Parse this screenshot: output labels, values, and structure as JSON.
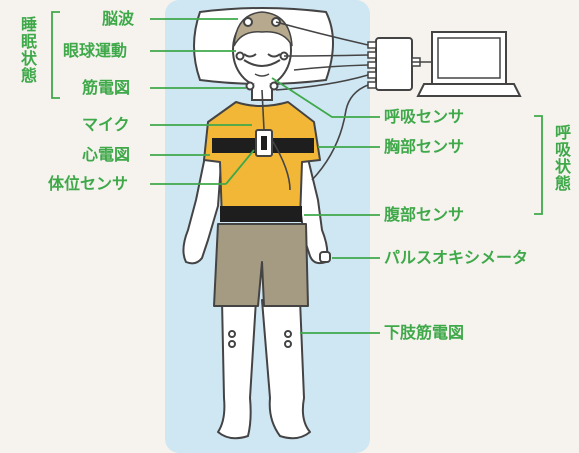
{
  "colors": {
    "label_green": "#3fa94a",
    "bed_blue": "#cfe6f3",
    "shirt_yellow": "#f3b737",
    "shorts_khaki": "#a59a82",
    "belt_black": "#1e1e1e"
  },
  "labels": {
    "brain_waves": "脳波",
    "eye_movement": "眼球運動",
    "jaw_emg": "筋電図",
    "microphone": "マイク",
    "ecg": "心電図",
    "position_sensor": "体位センサ",
    "respiration_sensor": "呼吸センサ",
    "chest_sensor": "胸部センサ",
    "abdomen_sensor": "腹部センサ",
    "pulse_oximeter": "パルスオキシメータ",
    "leg_emg": "下肢筋電図"
  },
  "groups": {
    "sleep_state": "睡眠状態",
    "respiratory_state": "呼吸状態"
  }
}
